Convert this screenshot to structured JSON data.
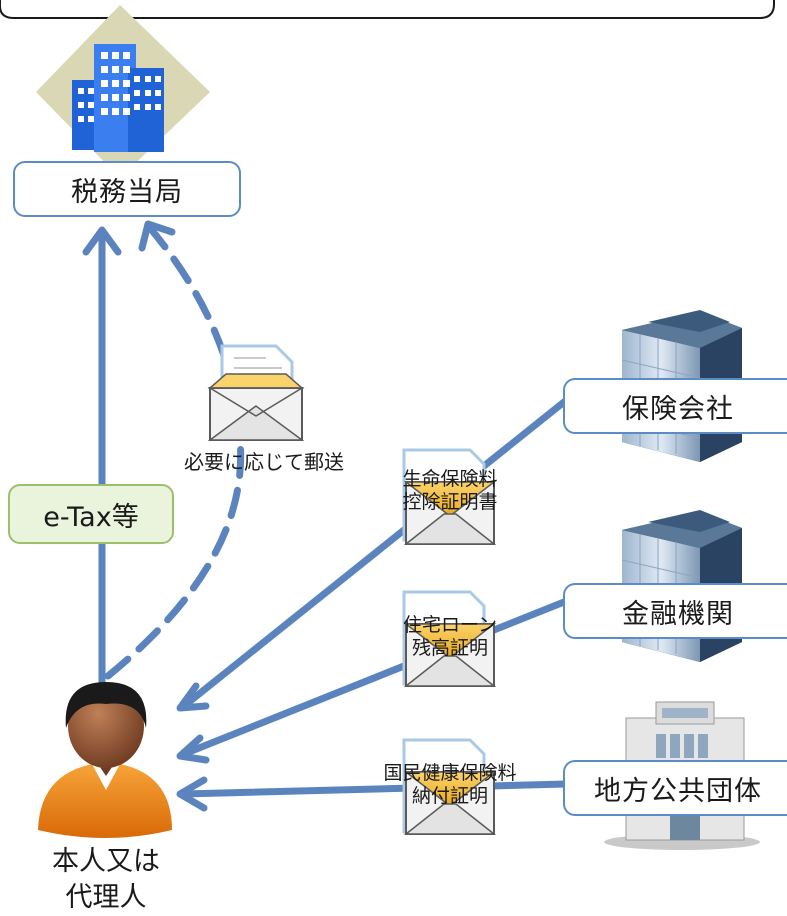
{
  "nodes": {
    "tax_authority": "税務当局",
    "insurance_company": "保険会社",
    "financial_institution": "金融機関",
    "local_government": "地方公共団体",
    "person": [
      "本人又は",
      "代理人"
    ]
  },
  "labels": {
    "etax": "e-Tax等",
    "mail_if_needed": "必要に応じて郵送"
  },
  "documents": {
    "life_insurance": [
      "生命保険料",
      "控除証明書"
    ],
    "housing_loan": [
      "住宅ローン",
      "残高証明"
    ],
    "health_insurance": [
      "国民健康保険料",
      "納付証明"
    ]
  },
  "colors": {
    "arrow": "#5b84bf",
    "box_border": "#5b8cc8",
    "etax_fill": "#eaf3dc",
    "etax_border": "#9cc06a",
    "person_shirt": "#f08a1c"
  },
  "icons": [
    "office-building-icon",
    "skyscraper-icon",
    "government-building-icon",
    "envelope-icon",
    "person-icon"
  ]
}
